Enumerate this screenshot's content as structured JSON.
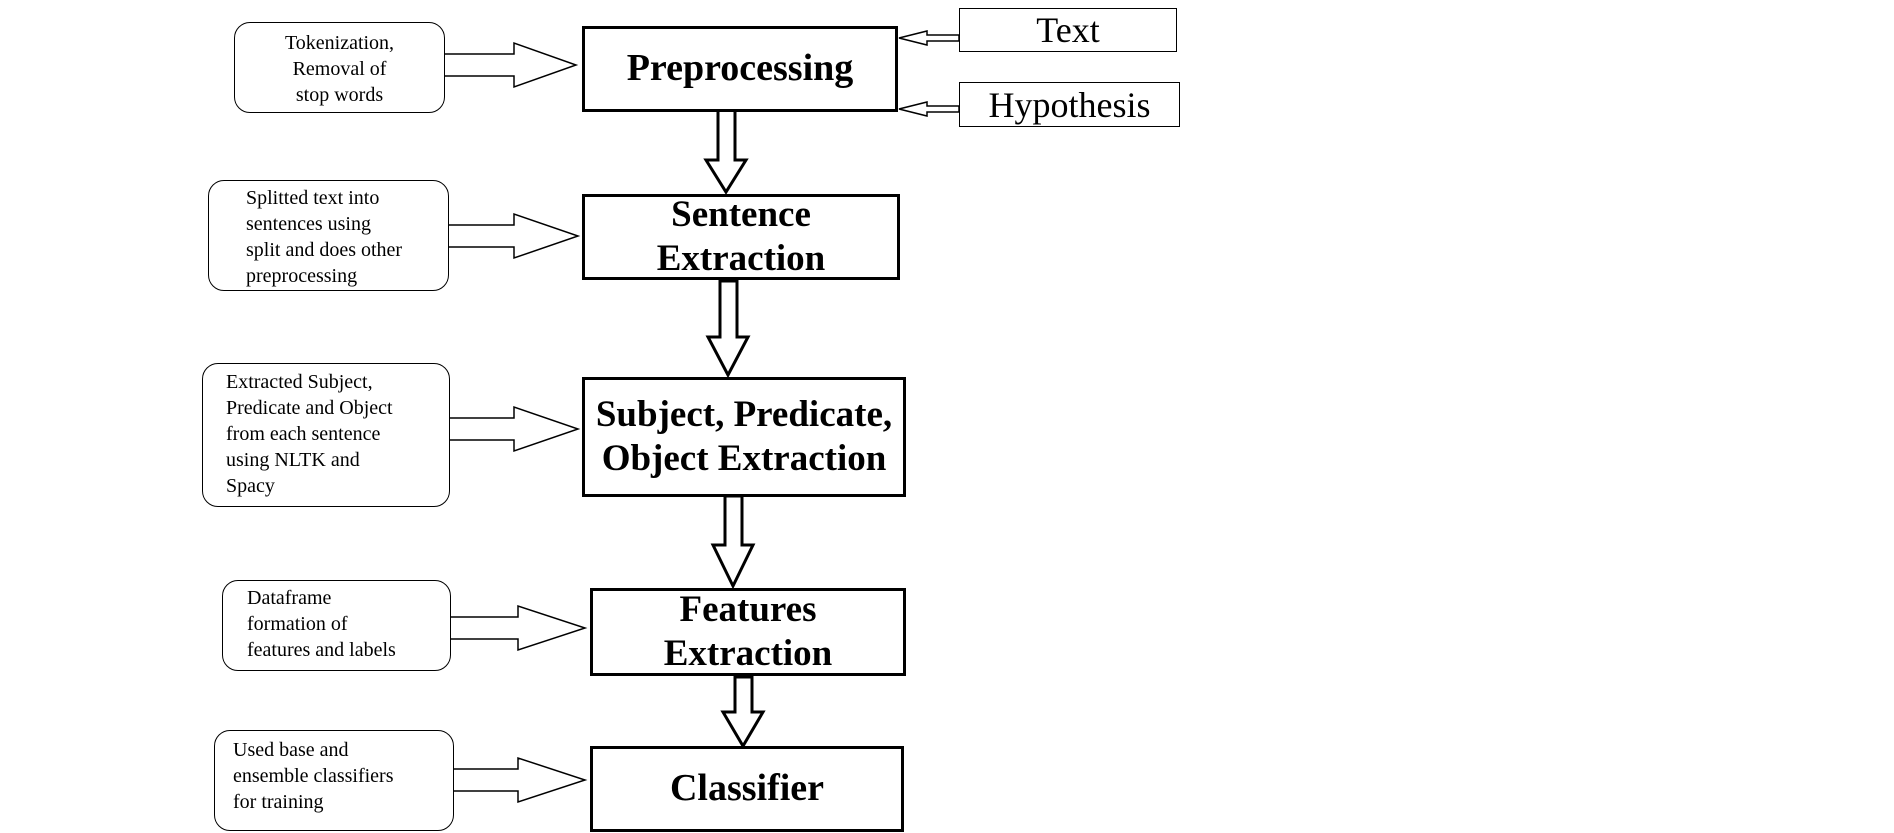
{
  "stages": [
    {
      "lines": [
        "Preprocessing"
      ]
    },
    {
      "lines": [
        "Sentence",
        "Extraction"
      ]
    },
    {
      "lines": [
        "Subject, Predicate,",
        "Object Extraction"
      ]
    },
    {
      "lines": [
        "Features",
        "Extraction"
      ]
    },
    {
      "lines": [
        "Classifier"
      ]
    }
  ],
  "inputs": [
    {
      "label": "Text"
    },
    {
      "label": "Hypothesis"
    }
  ],
  "notes": [
    {
      "lines": [
        "Tokenization,",
        "Removal of",
        "stop words"
      ]
    },
    {
      "lines": [
        "Splitted text into",
        "sentences using",
        "split and does other",
        "preprocessing"
      ]
    },
    {
      "lines": [
        "Extracted Subject,",
        "Predicate and Object",
        "from each sentence",
        "using NLTK and",
        "Spacy"
      ]
    },
    {
      "lines": [
        "Dataframe",
        "formation of",
        "features and labels"
      ]
    },
    {
      "lines": [
        "Used base and",
        "ensemble classifiers",
        "for training"
      ]
    }
  ]
}
